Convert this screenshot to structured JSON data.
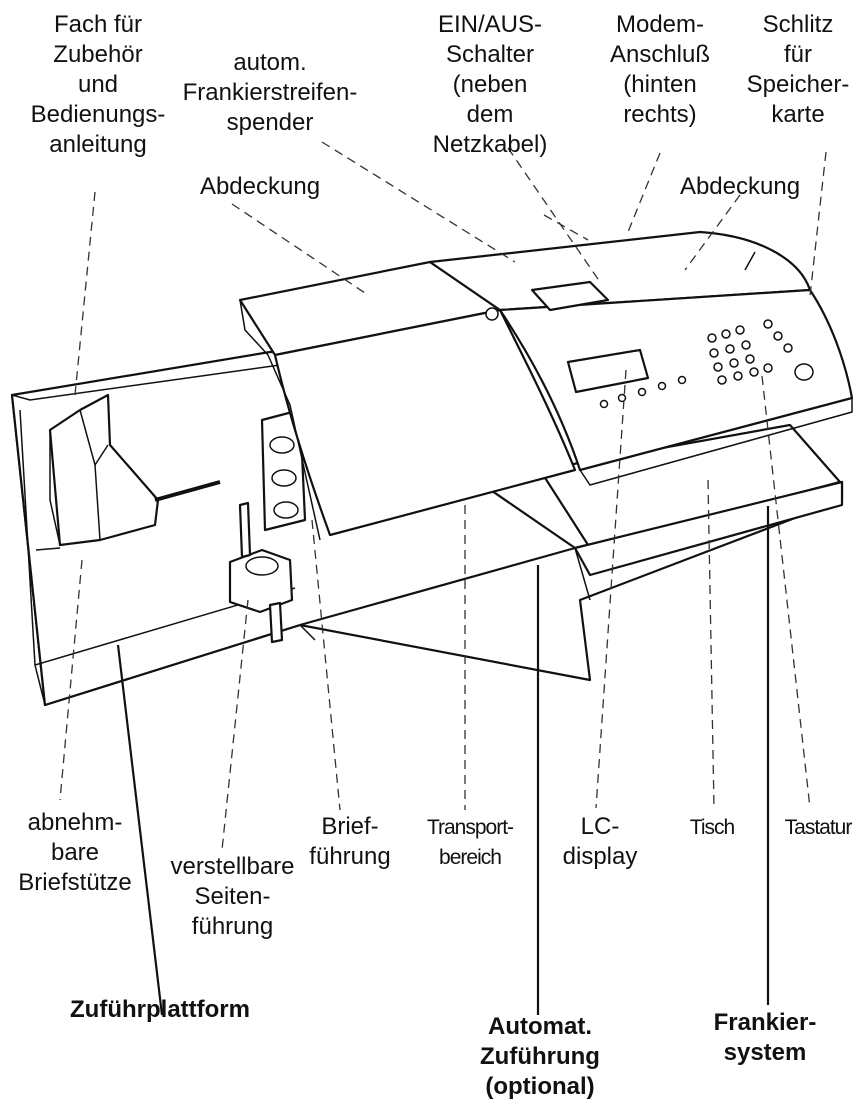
{
  "labels": {
    "fach": [
      "Fach für",
      "Zubehör",
      "und",
      "Bedienungs-",
      "anleitung"
    ],
    "streifen": [
      "autom.",
      "Frankierstreifen-",
      "spender"
    ],
    "schalter": [
      "EIN/AUS-",
      "Schalter",
      "(neben",
      "dem",
      "Netzkabel)"
    ],
    "modem": [
      "Modem-",
      "Anschluß",
      "(hinten",
      "rechts)"
    ],
    "schlitz": [
      "Schlitz",
      "für",
      "Speicher-",
      "karte"
    ],
    "abdeckung_left": [
      "Abdeckung"
    ],
    "abdeckung_right": [
      "Abdeckung"
    ],
    "briefstuetze": [
      "abnehm-",
      "bare",
      "Briefstütze"
    ],
    "seitenfuehrung": [
      "verstellbare",
      "Seiten-",
      "führung"
    ],
    "brieffuehrung": [
      "Brief-",
      "führung"
    ],
    "transport": [
      "Transport-",
      "bereich"
    ],
    "lcdisplay": [
      "LC-",
      "display"
    ],
    "tisch": [
      "Tisch"
    ],
    "tastatur": [
      "Tastatur"
    ],
    "zufuehrplattform": [
      "Zuführplattform"
    ],
    "automat": [
      "Automat.",
      "Zuführung",
      "(optional)"
    ],
    "frankiersystem": [
      "Frankier-",
      "system"
    ]
  },
  "colors": {
    "ink": "#111111",
    "paper": "#ffffff"
  }
}
